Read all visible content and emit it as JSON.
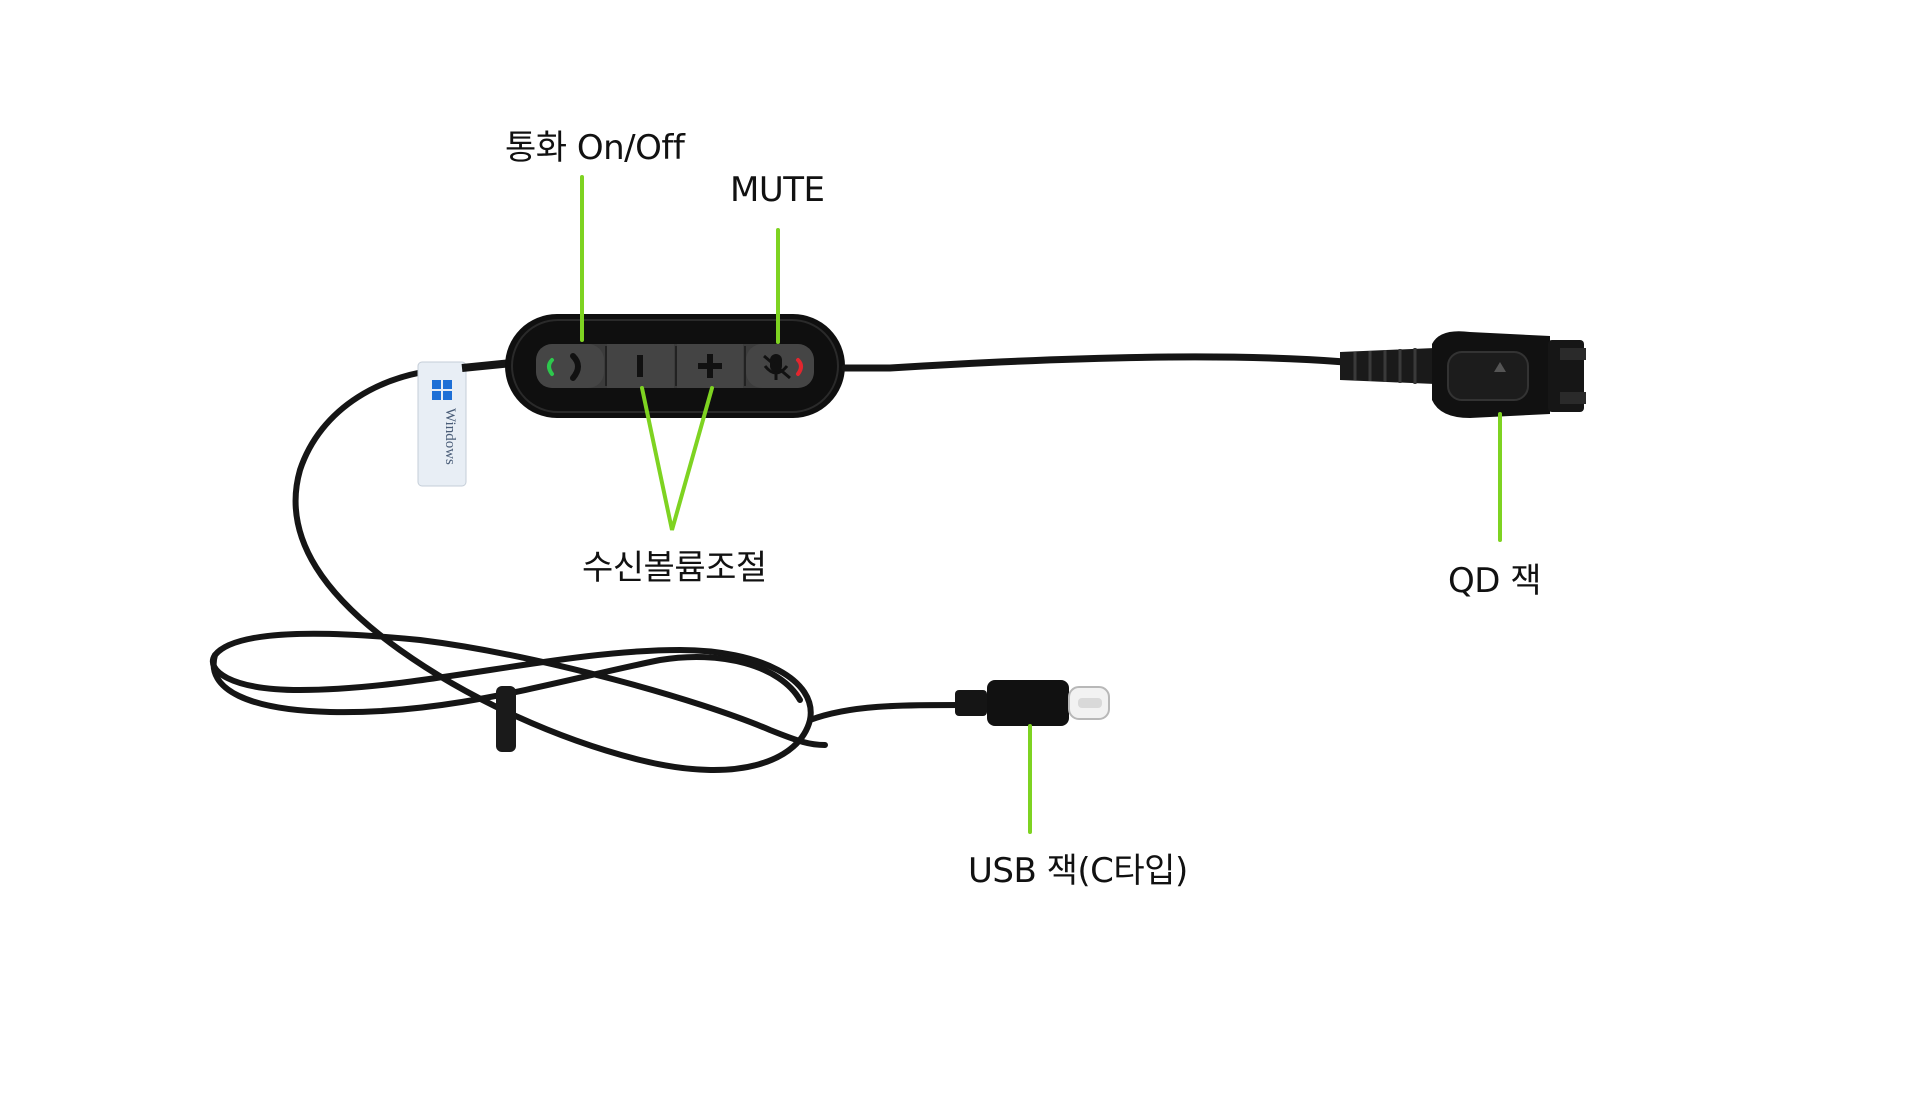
{
  "labels": {
    "call_onoff": "통화 On/Off",
    "mute": "MUTE",
    "volume": "수신볼륨조절",
    "qd_jack": "QD 잭",
    "usb_jack": "USB 잭(C타입)"
  },
  "sticker": {
    "text": "Windows"
  },
  "colors": {
    "leader_line": "#7ed321",
    "cable": "#151515",
    "background": "#ffffff",
    "call_green": "#2dc84d",
    "call_red": "#e3262e"
  },
  "icons": [
    "phone-handset-icon",
    "minus-icon",
    "plus-icon",
    "mic-mute-icon",
    "windows-logo-icon"
  ]
}
